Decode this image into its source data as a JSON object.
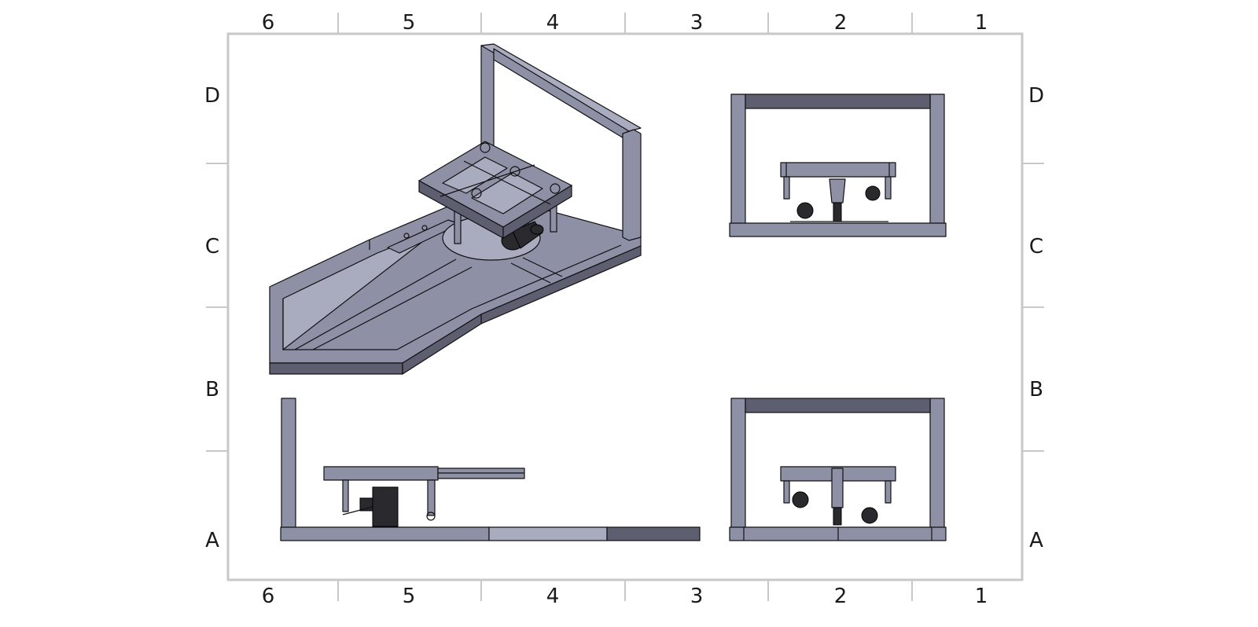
{
  "drawing": {
    "column_zones": [
      "6",
      "5",
      "4",
      "3",
      "2",
      "1"
    ],
    "row_zones": [
      "D",
      "C",
      "B",
      "A"
    ],
    "colors": {
      "frame": "#c8c8c8",
      "steel": "#8e90a6",
      "steel_dark": "#5d5e6f",
      "steel_light": "#a9abbf",
      "outline": "#111111",
      "component_black": "#2a2a2e"
    },
    "views": [
      "isometric-view",
      "front-view",
      "side-view",
      "rear-view"
    ]
  }
}
